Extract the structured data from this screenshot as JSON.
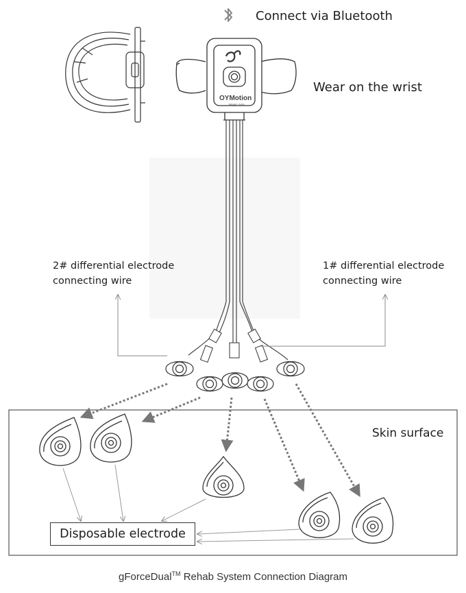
{
  "labels": {
    "bluetooth": "Connect via Bluetooth",
    "wrist": "Wear on the wrist",
    "wire2_line1": "2# differential electrode",
    "wire2_line2": "connecting wire",
    "wire1_line1": "1# differential electrode",
    "wire1_line2": "connecting wire",
    "skin": "Skin surface",
    "disposable": "Disposable electrode"
  },
  "device": {
    "brand": "OYMotion",
    "model": "Magic Arm"
  },
  "caption": {
    "prefix": "gForceDual",
    "tm": "TM",
    "suffix": " Rehab System Connection Diagram"
  },
  "icons": {
    "bluetooth": "bluetooth-icon",
    "logo": "oymotion-logo-icon"
  },
  "colors": {
    "line": "#555555",
    "arrow_gray": "#8a8a8a",
    "dotted": "#777777"
  }
}
